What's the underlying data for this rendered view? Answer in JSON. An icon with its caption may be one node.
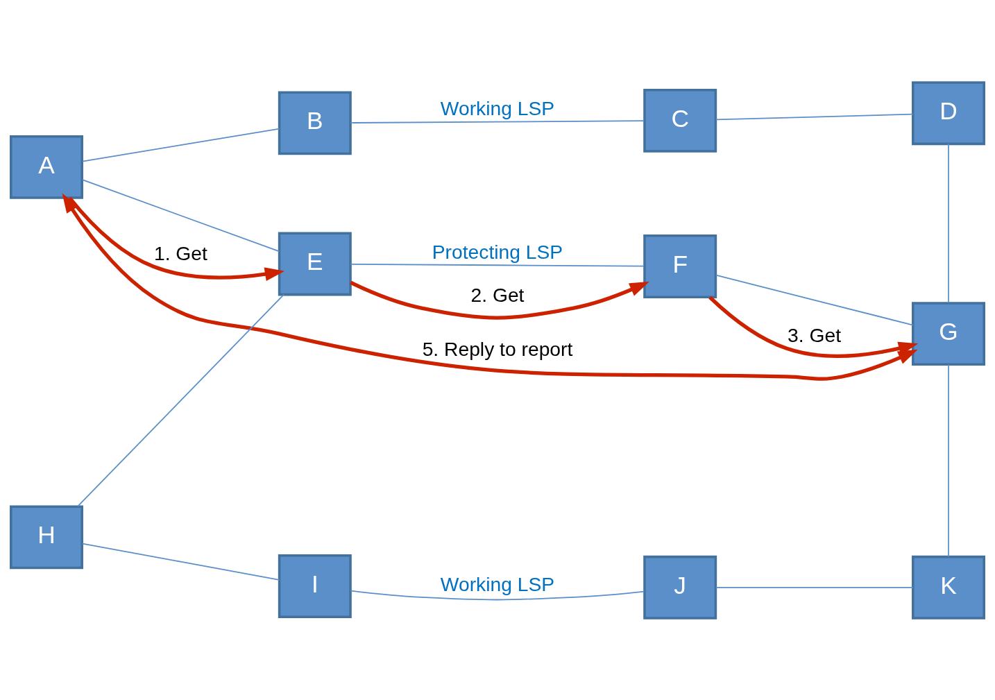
{
  "diagram": {
    "nodes": [
      {
        "text": [
          "B"
        ]
      },
      {
        "text": [
          "C"
        ]
      },
      {
        "text": [
          "A"
        ]
      },
      {
        "text": [
          "D"
        ]
      },
      {
        "text": [
          "E"
        ]
      },
      {
        "text": [
          "F"
        ]
      },
      {
        "text": [
          "G"
        ]
      },
      {
        "text": [
          "H"
        ]
      },
      {
        "text": [
          "K"
        ]
      },
      {
        "text": [
          "I"
        ]
      },
      {
        "text": [
          "J"
        ]
      }
    ],
    "edges": [
      {
        "from": 2,
        "to": 0,
        "arrow": "none"
      },
      {
        "from": 0,
        "to": 1,
        "arrow": "none",
        "label": "Working LSP"
      },
      {
        "from": 1,
        "to": 3,
        "arrow": "none"
      },
      {
        "from": 3,
        "to": 6,
        "arrow": "none"
      },
      {
        "from": 2,
        "to": 4,
        "arrow": "none"
      },
      {
        "from": 4,
        "to": 5,
        "arrow": "none",
        "label": "Protecting LSP"
      },
      {
        "from": 5,
        "to": 6,
        "arrow": "none"
      },
      {
        "from": 7,
        "to": 4,
        "arrow": "none"
      },
      {
        "from": 6,
        "to": 8,
        "arrow": "none"
      },
      {
        "from": 7,
        "to": 9,
        "arrow": "none"
      },
      {
        "from": 9,
        "to": 10,
        "arrow": "none",
        "label": "Working LSP"
      },
      {
        "from": 10,
        "to": 8,
        "arrow": "none"
      },
      {
        "from": 2,
        "to": 4,
        "arrow": "to",
        "label": "1. Get",
        "style": "thick",
        "color": "#cc2200"
      },
      {
        "from": 4,
        "to": 5,
        "arrow": "to",
        "label": "2. Get",
        "style": "thick",
        "color": "#cc2200"
      },
      {
        "from": 5,
        "to": 6,
        "arrow": "to",
        "label": "3. Get",
        "style": "thick",
        "color": "#cc2200"
      },
      {
        "from": 6,
        "to": 2,
        "arrow": "both",
        "label": "5. Reply to report",
        "style": "thick",
        "color": "#cc2200"
      }
    ]
  }
}
